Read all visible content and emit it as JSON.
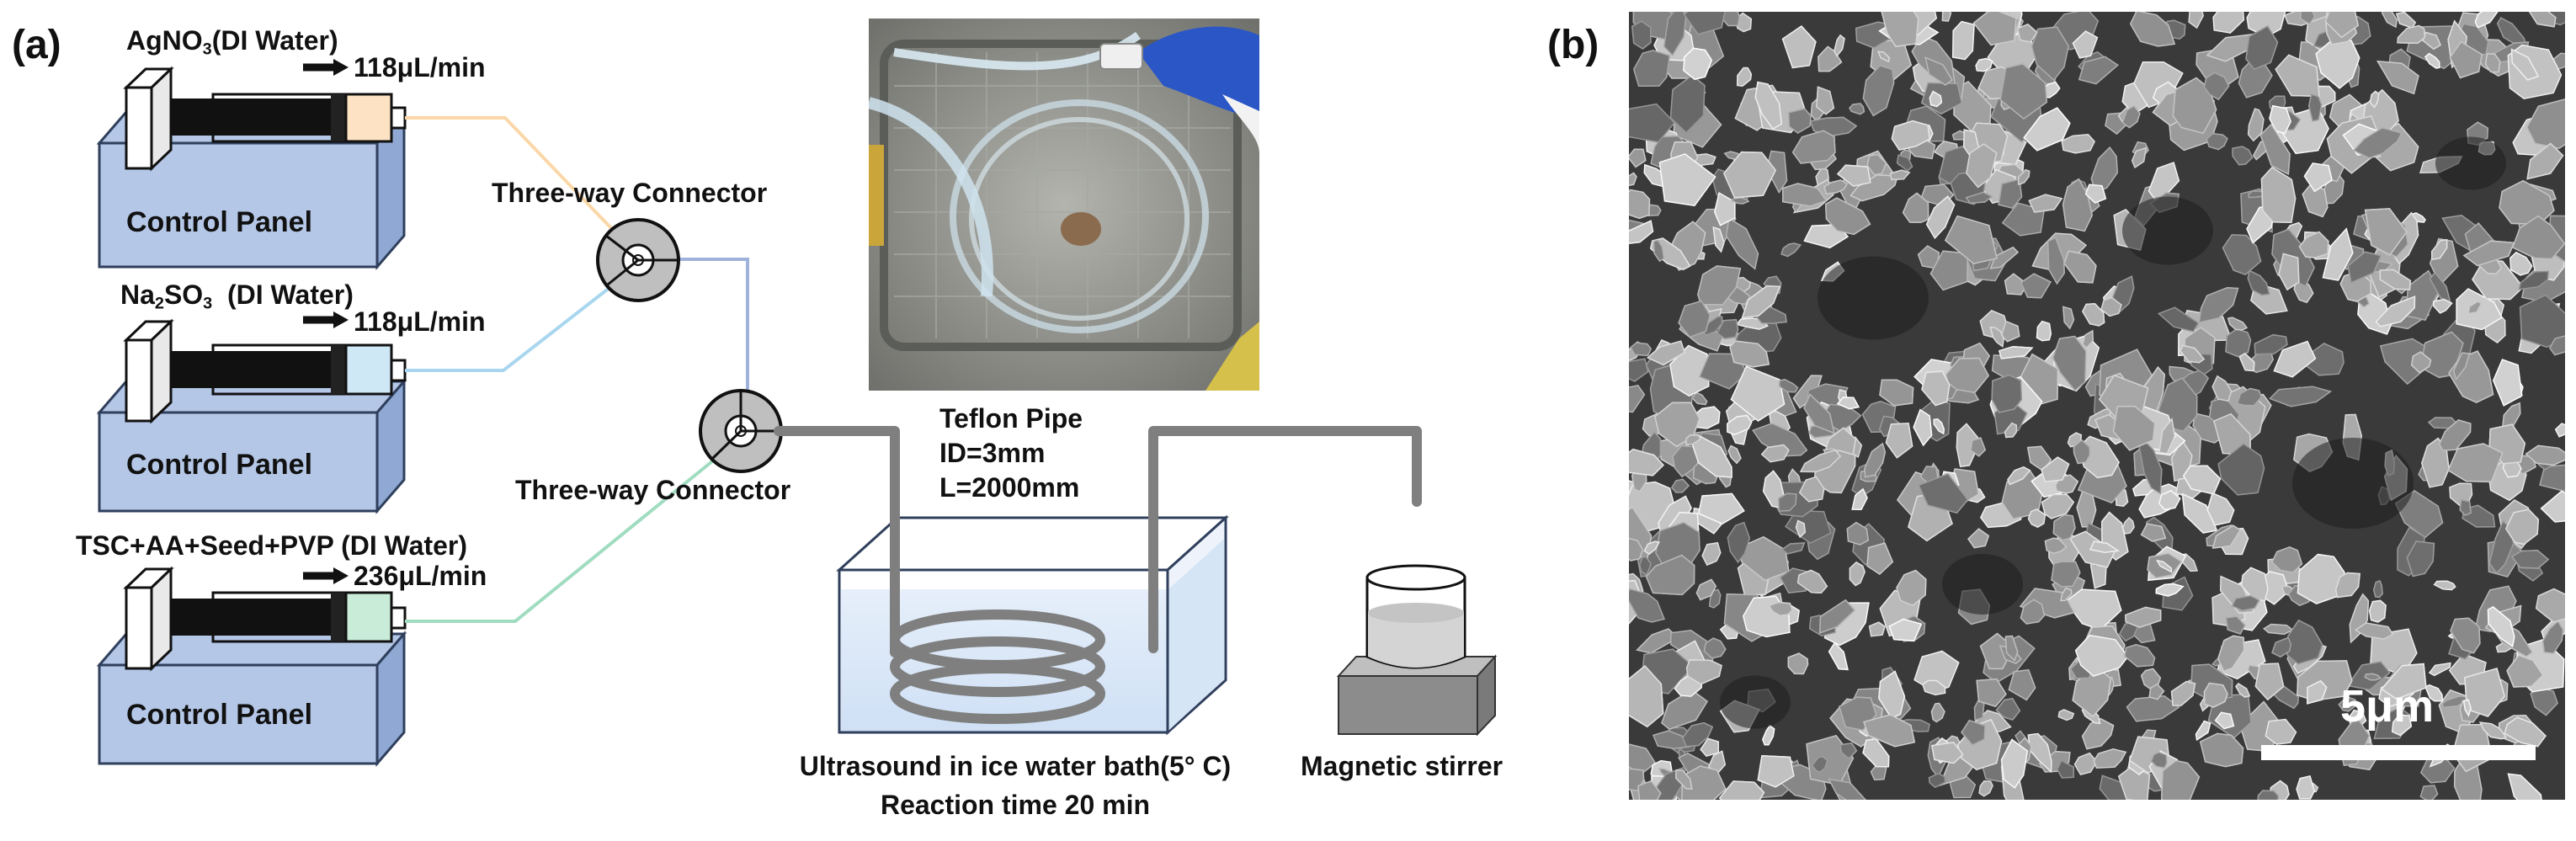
{
  "panel_a": {
    "label": "(a)",
    "pumps": [
      {
        "solution_main": "AgNO",
        "solution_sub": "3",
        "solution_tail": "(DI Water)",
        "flow_rate": "118μL/min",
        "panel_label": "Control Panel",
        "fluid_color": "#fde3c4",
        "tube_color": "#fbd7a8"
      },
      {
        "solution_main": "Na",
        "solution_sub": "2",
        "solution_mid": "SO",
        "solution_sub2": "3",
        "solution_tail": "  (DI Water)",
        "flow_rate": "118μL/min",
        "panel_label": "Control Panel",
        "fluid_color": "#cfe8f6",
        "tube_color": "#a9d6ef"
      },
      {
        "solution_main": "TSC+AA+Seed+PVP (DI Water)",
        "flow_rate": "236μL/min",
        "panel_label": "Control Panel",
        "fluid_color": "#c9ecd9",
        "tube_color": "#9fdcc0"
      }
    ],
    "connectors": [
      "Three-way Connector",
      "Three-way Connector"
    ],
    "pipe": {
      "line1": "Teflon Pipe",
      "line2": "ID=3mm",
      "line3": "L=2000mm"
    },
    "bath": {
      "line1": "Ultrasound in ice water bath(5° C)",
      "line2": "Reaction time 20 min"
    },
    "stirrer": "Magnetic stirrer"
  },
  "panel_b": {
    "label": "(b)",
    "scale_bar": "5μm"
  },
  "colors": {
    "box_fill": "#b4c7e7",
    "box_stroke": "#2f3f5c",
    "pipe_gray": "#7f7f7f",
    "connector_tube": "#9fb2da",
    "water": "#dbe9f8"
  }
}
